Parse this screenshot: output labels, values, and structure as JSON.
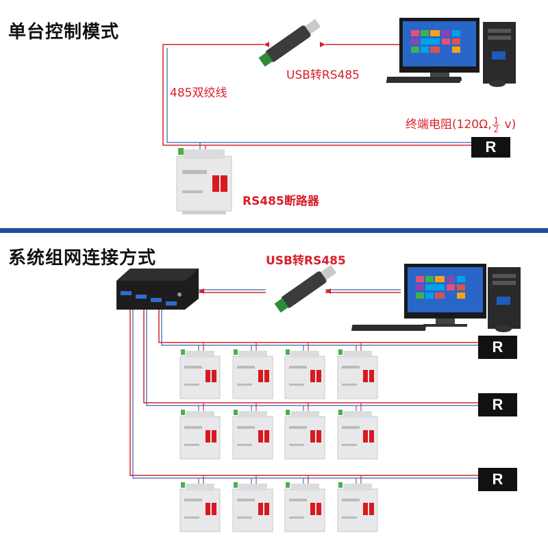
{
  "section1": {
    "title": "单台控制模式",
    "usb_label": "USB转RS485",
    "cable_label": "485双绞线",
    "terminal_label_prefix": "终端电阻(120Ω,",
    "terminal_frac_num": "1",
    "terminal_frac_den": "2",
    "terminal_label_suffix": " v)",
    "breaker_label": "RS485断路器",
    "resistor": "R"
  },
  "section2": {
    "title": "系统组网连接方式",
    "usb_label": "USB转RS485",
    "resistors": [
      "R",
      "R",
      "R"
    ]
  },
  "colors": {
    "accent_red": "#d6202a",
    "divider_blue": "#1e4e9c",
    "wire_red": "#d6202a",
    "wire_blue": "#3a5fb0"
  },
  "icons": {
    "usb_adapter": "usb-rs485-adapter-icon",
    "computer": "desktop-computer-icon",
    "hub": "usb-hub-icon",
    "breaker": "circuit-breaker-icon"
  }
}
